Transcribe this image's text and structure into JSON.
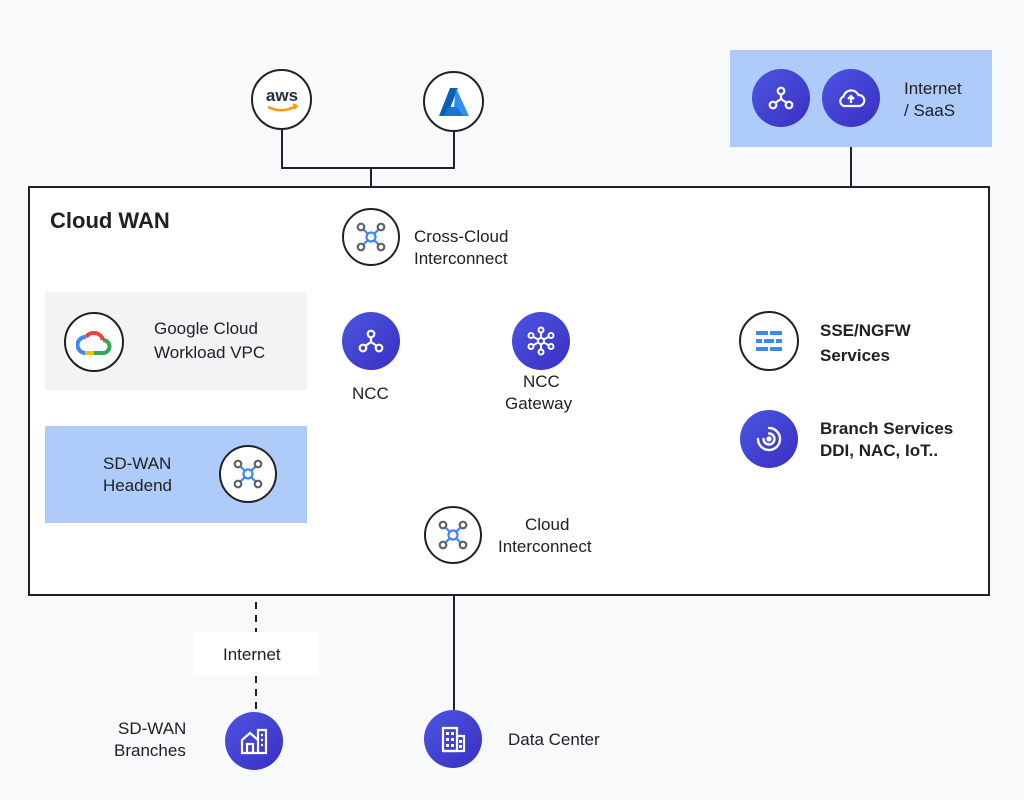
{
  "box_title": "Cloud WAN",
  "internet_saas": {
    "line1": "Internet",
    "line2": "/ SaaS"
  },
  "cross_cloud": {
    "line1": "Cross-Cloud",
    "line2": "Interconnect"
  },
  "google_vpc": {
    "line1": "Google Cloud",
    "line2": "Workload VPC"
  },
  "ncc": {
    "label": "NCC"
  },
  "ncc_gateway": {
    "line1": "NCC",
    "line2": "Gateway"
  },
  "sse": {
    "line1": "SSE/NGFW",
    "line2": "Services"
  },
  "branch_services": {
    "line1": "Branch Services",
    "line2": "DDI, NAC, IoT.."
  },
  "sdwan_headend": {
    "line1": "SD-WAN",
    "line2": "Headend"
  },
  "cloud_interconnect": {
    "line1": "Cloud",
    "line2": "Interconnect"
  },
  "internet_label": "Internet",
  "sdwan_branches": {
    "line1": "SD-WAN",
    "line2": "Branches"
  },
  "data_center": "Data Center",
  "aws_logo": "aws",
  "colors": {
    "accent_blue": "#4285f4",
    "node_purple": "#3a2ec3",
    "panel_blue": "#aecbfa"
  }
}
